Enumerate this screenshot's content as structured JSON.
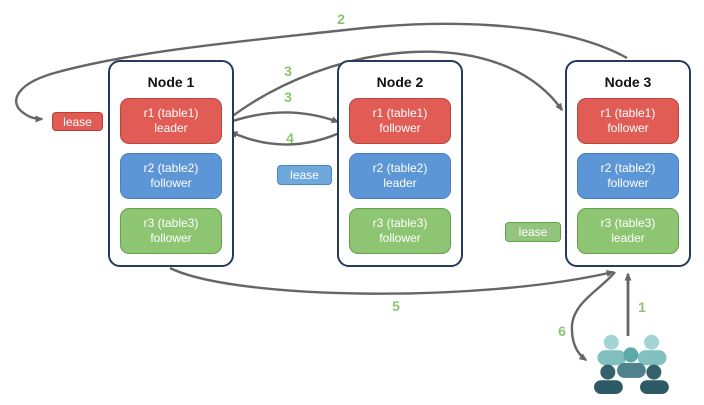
{
  "diagram": {
    "nodes": [
      {
        "title": "Node 1",
        "replicas": [
          {
            "line1": "r1 (table1)",
            "line2": "leader",
            "color": "red"
          },
          {
            "line1": "r2 (table2)",
            "line2": "follower",
            "color": "blue"
          },
          {
            "line1": "r3 (table3)",
            "line2": "follower",
            "color": "green"
          }
        ]
      },
      {
        "title": "Node 2",
        "replicas": [
          {
            "line1": "r1 (table1)",
            "line2": "follower",
            "color": "red"
          },
          {
            "line1": "r2 (table2)",
            "line2": "leader",
            "color": "blue"
          },
          {
            "line1": "r3 (table3)",
            "line2": "follower",
            "color": "green"
          }
        ]
      },
      {
        "title": "Node 3",
        "replicas": [
          {
            "line1": "r1 (table1)",
            "line2": "follower",
            "color": "red"
          },
          {
            "line1": "r2 (table2)",
            "line2": "follower",
            "color": "blue"
          },
          {
            "line1": "r3 (table3)",
            "line2": "leader",
            "color": "green"
          }
        ]
      }
    ],
    "leases": [
      {
        "label": "lease",
        "color": "red"
      },
      {
        "label": "lease",
        "color": "blue"
      },
      {
        "label": "lease",
        "color": "green"
      }
    ],
    "step_labels": [
      {
        "text": "2"
      },
      {
        "text": "3"
      },
      {
        "text": "3"
      },
      {
        "text": "4"
      },
      {
        "text": "5"
      },
      {
        "text": "6"
      },
      {
        "text": "1"
      }
    ],
    "colors": {
      "replica_red": "#e05c55",
      "replica_blue": "#5d96d6",
      "replica_green": "#8dc572",
      "node_border": "#27395f",
      "arrow": "#666666",
      "step_number": "#8cc474",
      "users_light": "#a3d5d5",
      "users_medium": "#5ca9a9",
      "users_dark": "#2e5d6b"
    }
  }
}
